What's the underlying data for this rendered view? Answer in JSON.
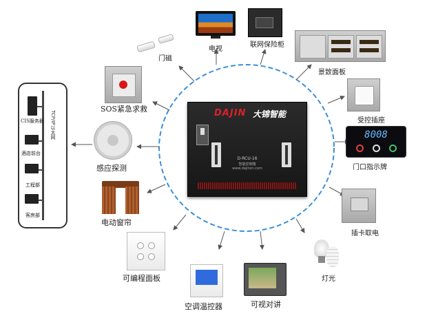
{
  "controller": {
    "brand": "DAJIN",
    "brand_cn": "大锦智能",
    "model": "D-RCU-16",
    "subtitle": "智能控制箱",
    "small_text": "www.dajinzn.com"
  },
  "rack": {
    "vertical_label": "TCP/IP以太网",
    "stations": [
      {
        "label": "CIS服务器"
      },
      {
        "label": "酒店前台"
      },
      {
        "label": "工程部"
      },
      {
        "label": "客房部"
      }
    ]
  },
  "devices": [
    {
      "id": "tv",
      "label": "电视",
      "icon": "tv-icon"
    },
    {
      "id": "safe",
      "label": "联网保险柜",
      "icon": "safe-icon"
    },
    {
      "id": "scene",
      "label": "景致面板",
      "icon": "scene-panel-icon"
    },
    {
      "id": "socket",
      "label": "受控插座",
      "icon": "socket-icon"
    },
    {
      "id": "doorsign",
      "label": "门口指示牌",
      "icon": "door-sign-icon",
      "display": "8008"
    },
    {
      "id": "card",
      "label": "插卡取电",
      "icon": "card-switch-icon"
    },
    {
      "id": "light",
      "label": "灯光",
      "icon": "bulb-icon"
    },
    {
      "id": "intercom",
      "label": "可视对讲",
      "icon": "intercom-icon"
    },
    {
      "id": "thermo",
      "label": "空调温控器",
      "icon": "thermostat-icon"
    },
    {
      "id": "prog",
      "label": "可编程面板",
      "icon": "switch-panel-icon"
    },
    {
      "id": "curtain",
      "label": "电动窗帘",
      "icon": "curtain-icon"
    },
    {
      "id": "sensor",
      "label": "感应探测",
      "icon": "motion-sensor-icon"
    },
    {
      "id": "sos",
      "label": "SOS紧急求救",
      "icon": "sos-button-icon"
    },
    {
      "id": "door",
      "label": "门磁",
      "icon": "door-magnet-icon"
    }
  ],
  "colors": {
    "ring": "#3b8fd8",
    "arrow": "#555555",
    "brand_red": "#d8222a",
    "display_blue": "#66b8ff"
  }
}
